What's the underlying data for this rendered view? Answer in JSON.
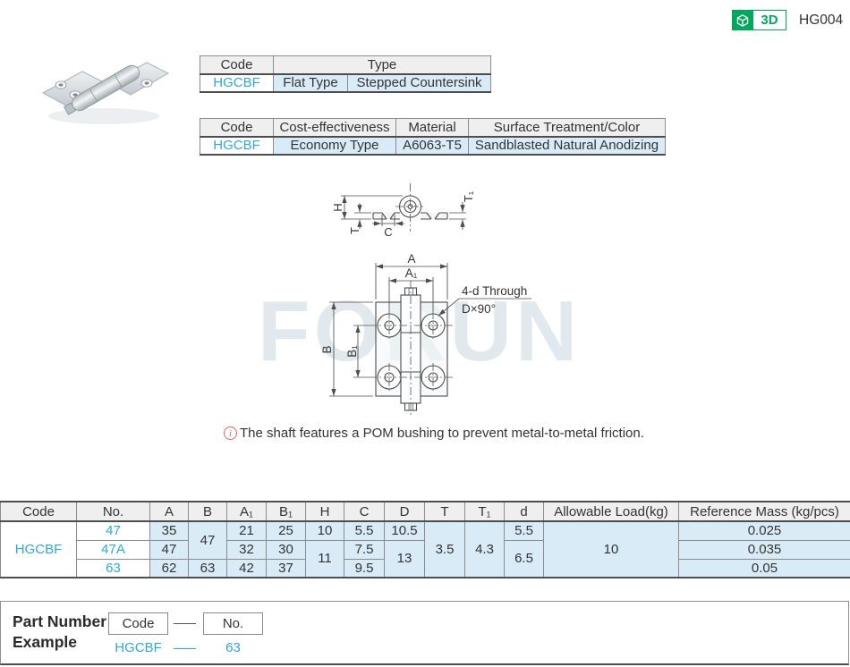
{
  "header": {
    "view_3d_label": "3D",
    "part_code": "HG004"
  },
  "watermark": "FORUN",
  "type_table": {
    "col_code": "Code",
    "col_type": "Type",
    "code": "HGCBF",
    "type_flat": "Flat Type",
    "type_countersink": "Stepped Countersink"
  },
  "spec_table": {
    "col_code": "Code",
    "col_cost": "Cost-effectiveness",
    "col_material": "Material",
    "col_surface": "Surface Treatment/Color",
    "code": "HGCBF",
    "cost": "Economy Type",
    "material": "A6063-T5",
    "surface": "Sandblasted Natural Anodizing"
  },
  "drawing": {
    "dim_h": "H",
    "dim_t": "T",
    "dim_c": "C",
    "dim_t1": "T₁",
    "dim_a": "A",
    "dim_a1": "A₁",
    "dim_b": "B",
    "dim_b1": "B₁",
    "leader_line1": "4-d Through",
    "leader_line2": "D×90°"
  },
  "note": {
    "icon": "i",
    "text": "The shaft features a POM bushing to prevent metal-to-metal friction."
  },
  "dim_table": {
    "headers": [
      "Code",
      "No.",
      "A",
      "B",
      "A₁",
      "B₁",
      "H",
      "C",
      "D",
      "T",
      "T₁",
      "d",
      "Allowable Load(kg)",
      "Reference Mass (kg/pcs)"
    ],
    "code": "HGCBF",
    "rows": [
      {
        "no": "47",
        "a": "35",
        "b": "47",
        "a1": "21",
        "b1": "25",
        "h": "10",
        "c": "5.5",
        "d_hole": "10.5",
        "t": "3.5",
        "t1": "4.3",
        "d": "5.5",
        "load": "10",
        "mass": "0.025"
      },
      {
        "no": "47A",
        "a": "47",
        "a1": "32",
        "b1": "30",
        "h": "11",
        "c": "7.5",
        "d_hole": "13",
        "d": "6.5",
        "mass": "0.035"
      },
      {
        "no": "63",
        "a": "62",
        "b": "63",
        "a1": "42",
        "b1": "37",
        "c": "9.5",
        "mass": "0.05"
      }
    ]
  },
  "part_example": {
    "title_line1": "Part Number",
    "title_line2": "Example",
    "box_code": "Code",
    "box_no": "No.",
    "value_code": "HGCBF",
    "value_no": "63"
  },
  "colors": {
    "accent_blue": "#2ea7e0",
    "cell_blue": "#d9ebf7",
    "header_gray": "#efefef",
    "badge_green": "#00a85d"
  }
}
